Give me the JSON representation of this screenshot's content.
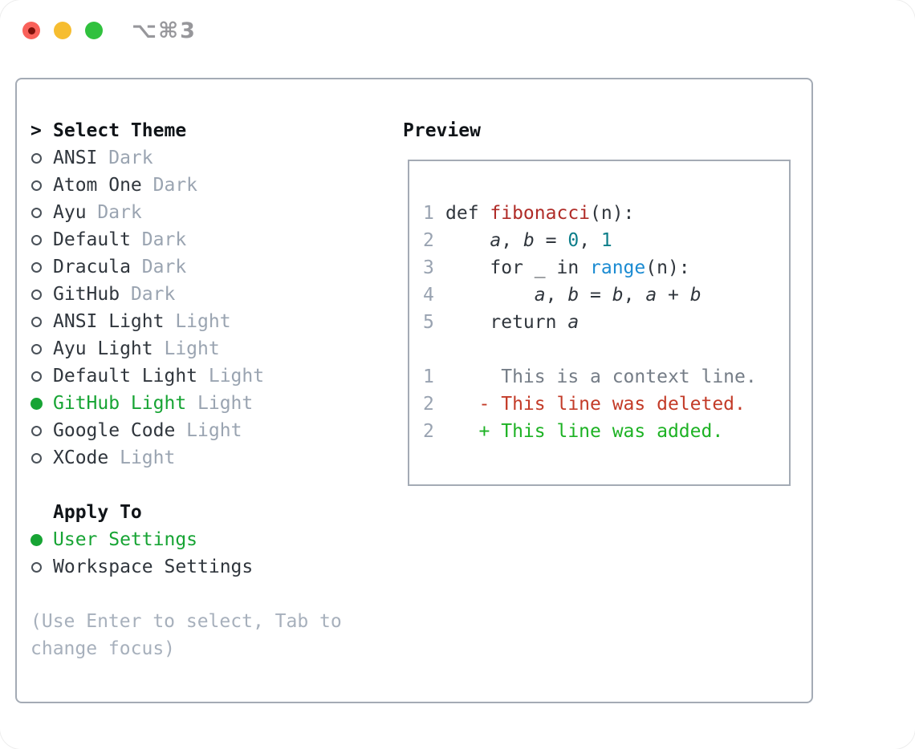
{
  "window": {
    "shortcut": "⌥⌘3",
    "traffic_lights": [
      {
        "name": "close",
        "has_dot": true
      },
      {
        "name": "minimize",
        "has_dot": false
      },
      {
        "name": "zoom",
        "has_dot": false
      }
    ]
  },
  "theme_panel": {
    "header": {
      "prompt": ">",
      "label": "Select Theme"
    },
    "themes": [
      {
        "name": "ANSI",
        "variant": "Dark",
        "selected": false
      },
      {
        "name": "Atom One",
        "variant": "Dark",
        "selected": false
      },
      {
        "name": "Ayu",
        "variant": "Dark",
        "selected": false
      },
      {
        "name": "Default",
        "variant": "Dark",
        "selected": false
      },
      {
        "name": "Dracula",
        "variant": "Dark",
        "selected": false
      },
      {
        "name": "GitHub",
        "variant": "Dark",
        "selected": false
      },
      {
        "name": "ANSI Light",
        "variant": "Light",
        "selected": false
      },
      {
        "name": "Ayu Light",
        "variant": "Light",
        "selected": false
      },
      {
        "name": "Default Light",
        "variant": "Light",
        "selected": false
      },
      {
        "name": "GitHub Light",
        "variant": "Light",
        "selected": true
      },
      {
        "name": "Google Code",
        "variant": "Light",
        "selected": false
      },
      {
        "name": "XCode",
        "variant": "Light",
        "selected": false
      }
    ],
    "apply_to": {
      "label": "Apply To",
      "options": [
        {
          "name": "User Settings",
          "selected": true
        },
        {
          "name": "Workspace Settings",
          "selected": false
        }
      ]
    },
    "help_lines": [
      "(Use Enter to select, Tab to",
      "change focus)"
    ]
  },
  "preview": {
    "title": "Preview",
    "lines": [
      {
        "num": "1",
        "segments": [
          {
            "text": "def ",
            "style": "plain"
          },
          {
            "text": "fibonacci",
            "style": "function"
          },
          {
            "text": "(n):",
            "style": "plain"
          }
        ]
      },
      {
        "num": "2",
        "segments": [
          {
            "text": "    ",
            "style": "plain"
          },
          {
            "text": "a",
            "style": "variable"
          },
          {
            "text": ", ",
            "style": "plain"
          },
          {
            "text": "b",
            "style": "variable"
          },
          {
            "text": " = ",
            "style": "plain"
          },
          {
            "text": "0",
            "style": "number"
          },
          {
            "text": ", ",
            "style": "plain"
          },
          {
            "text": "1",
            "style": "number"
          }
        ]
      },
      {
        "num": "3",
        "segments": [
          {
            "text": "    for _ in ",
            "style": "plain"
          },
          {
            "text": "range",
            "style": "builtin"
          },
          {
            "text": "(n):",
            "style": "plain"
          }
        ]
      },
      {
        "num": "4",
        "segments": [
          {
            "text": "        ",
            "style": "plain"
          },
          {
            "text": "a",
            "style": "variable"
          },
          {
            "text": ", ",
            "style": "plain"
          },
          {
            "text": "b",
            "style": "variable"
          },
          {
            "text": " = ",
            "style": "plain"
          },
          {
            "text": "b",
            "style": "variable"
          },
          {
            "text": ", ",
            "style": "plain"
          },
          {
            "text": "a",
            "style": "variable"
          },
          {
            "text": " + ",
            "style": "plain"
          },
          {
            "text": "b",
            "style": "variable"
          }
        ]
      },
      {
        "num": "5",
        "segments": [
          {
            "text": "    return ",
            "style": "plain"
          },
          {
            "text": "a",
            "style": "variable"
          }
        ]
      },
      {
        "num": "",
        "segments": []
      },
      {
        "num": "1",
        "segments": [
          {
            "text": "     This is a context line.",
            "style": "context"
          }
        ]
      },
      {
        "num": "2",
        "segments": [
          {
            "text": "   ",
            "style": "plain"
          },
          {
            "text": "- This line was deleted.",
            "style": "deleted"
          }
        ]
      },
      {
        "num": "2",
        "segments": [
          {
            "text": "   ",
            "style": "plain"
          },
          {
            "text": "+ This line was added.",
            "style": "added"
          }
        ]
      }
    ]
  },
  "colors": {
    "selected_green": "#17a434",
    "border": "#a4abb5",
    "code_function_red": "#b02c28",
    "code_builtin_blue": "#1b8bd2",
    "code_number_teal": "#0d7e8a",
    "diff_context_gray": "#757d87",
    "diff_deleted_red": "#c33b28",
    "diff_added_green": "#1db224",
    "traffic_close": "#f9615a",
    "traffic_minimize": "#f6bd30",
    "traffic_zoom": "#30c13e"
  }
}
